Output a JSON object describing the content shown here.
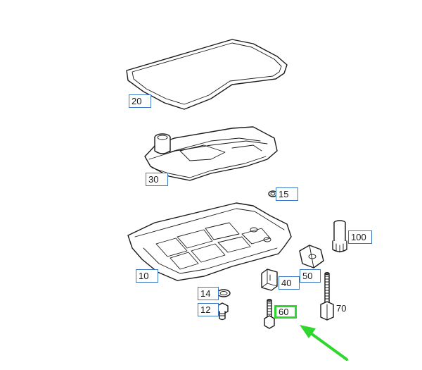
{
  "diagram": {
    "callouts": [
      {
        "id": "20",
        "label": "20"
      },
      {
        "id": "30",
        "label": "30"
      },
      {
        "id": "15",
        "label": "15"
      },
      {
        "id": "100",
        "label": "100"
      },
      {
        "id": "10",
        "label": "10"
      },
      {
        "id": "50",
        "label": "50"
      },
      {
        "id": "40",
        "label": "40"
      },
      {
        "id": "14",
        "label": "14"
      },
      {
        "id": "12",
        "label": "12"
      },
      {
        "id": "60",
        "label": "60"
      },
      {
        "id": "70",
        "label": "70"
      }
    ],
    "highlight": {
      "target": "60",
      "color": "#2ed62e"
    },
    "colors": {
      "callout_border": "#3c79c4",
      "line_art": "#1a1a1a",
      "highlight": "#2ed62e"
    }
  }
}
